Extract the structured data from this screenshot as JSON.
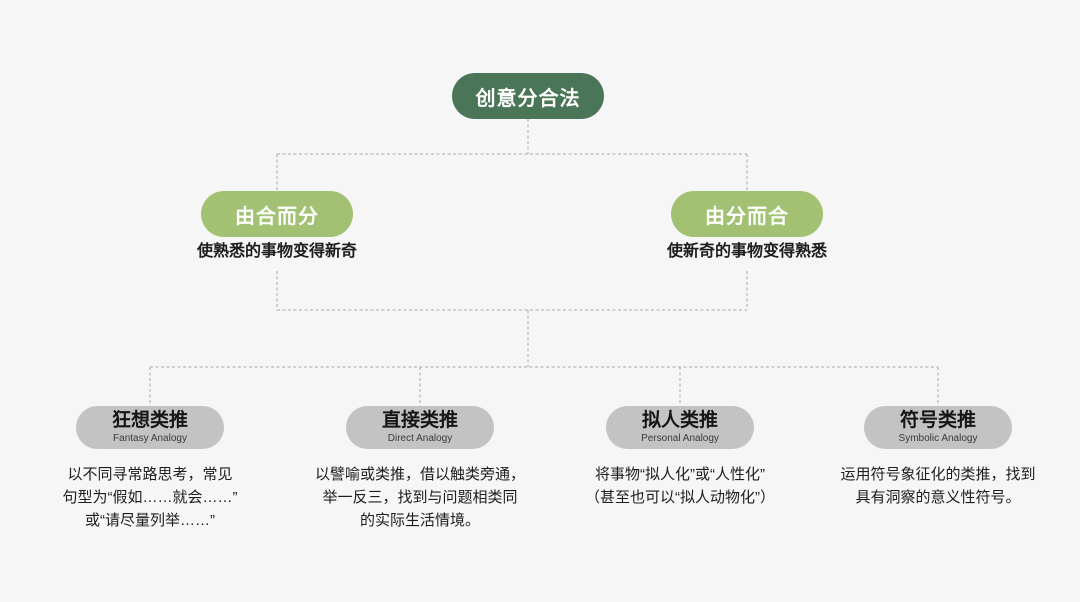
{
  "colors": {
    "canvas_bg": "#f6f6f6",
    "root_green": "#4a7557",
    "branch_green": "#a3c173",
    "leaf_gray": "#c3c3c3",
    "connector": "#a9a9a9",
    "pill_text": "#ffffff",
    "body_text": "#1d1d1d",
    "subtitle_text": "#3a3a3a"
  },
  "root": {
    "label": "创意分合法"
  },
  "branches": [
    {
      "label": "由合而分",
      "caption": "使熟悉的事物变得新奇"
    },
    {
      "label": "由分而合",
      "caption": "使新奇的事物变得熟悉"
    }
  ],
  "leaves": [
    {
      "title": "狂想类推",
      "subtitle": "Fantasy Analogy",
      "description": "以不同寻常路思考，常见\n句型为“假如……就会……”\n或“请尽量列举……”"
    },
    {
      "title": "直接类推",
      "subtitle": "Direct Analogy",
      "description": "以譬喻或类推，借以触类旁通，\n举一反三，找到与问题相类同\n的实际生活情境。"
    },
    {
      "title": "拟人类推",
      "subtitle": "Personal Analogy",
      "description": "将事物“拟人化”或“人性化”\n（甚至也可以“拟人动物化”）"
    },
    {
      "title": "符号类推",
      "subtitle": "Symbolic Analogy",
      "description": "运用符号象征化的类推，找到\n具有洞察的意义性符号。"
    }
  ]
}
